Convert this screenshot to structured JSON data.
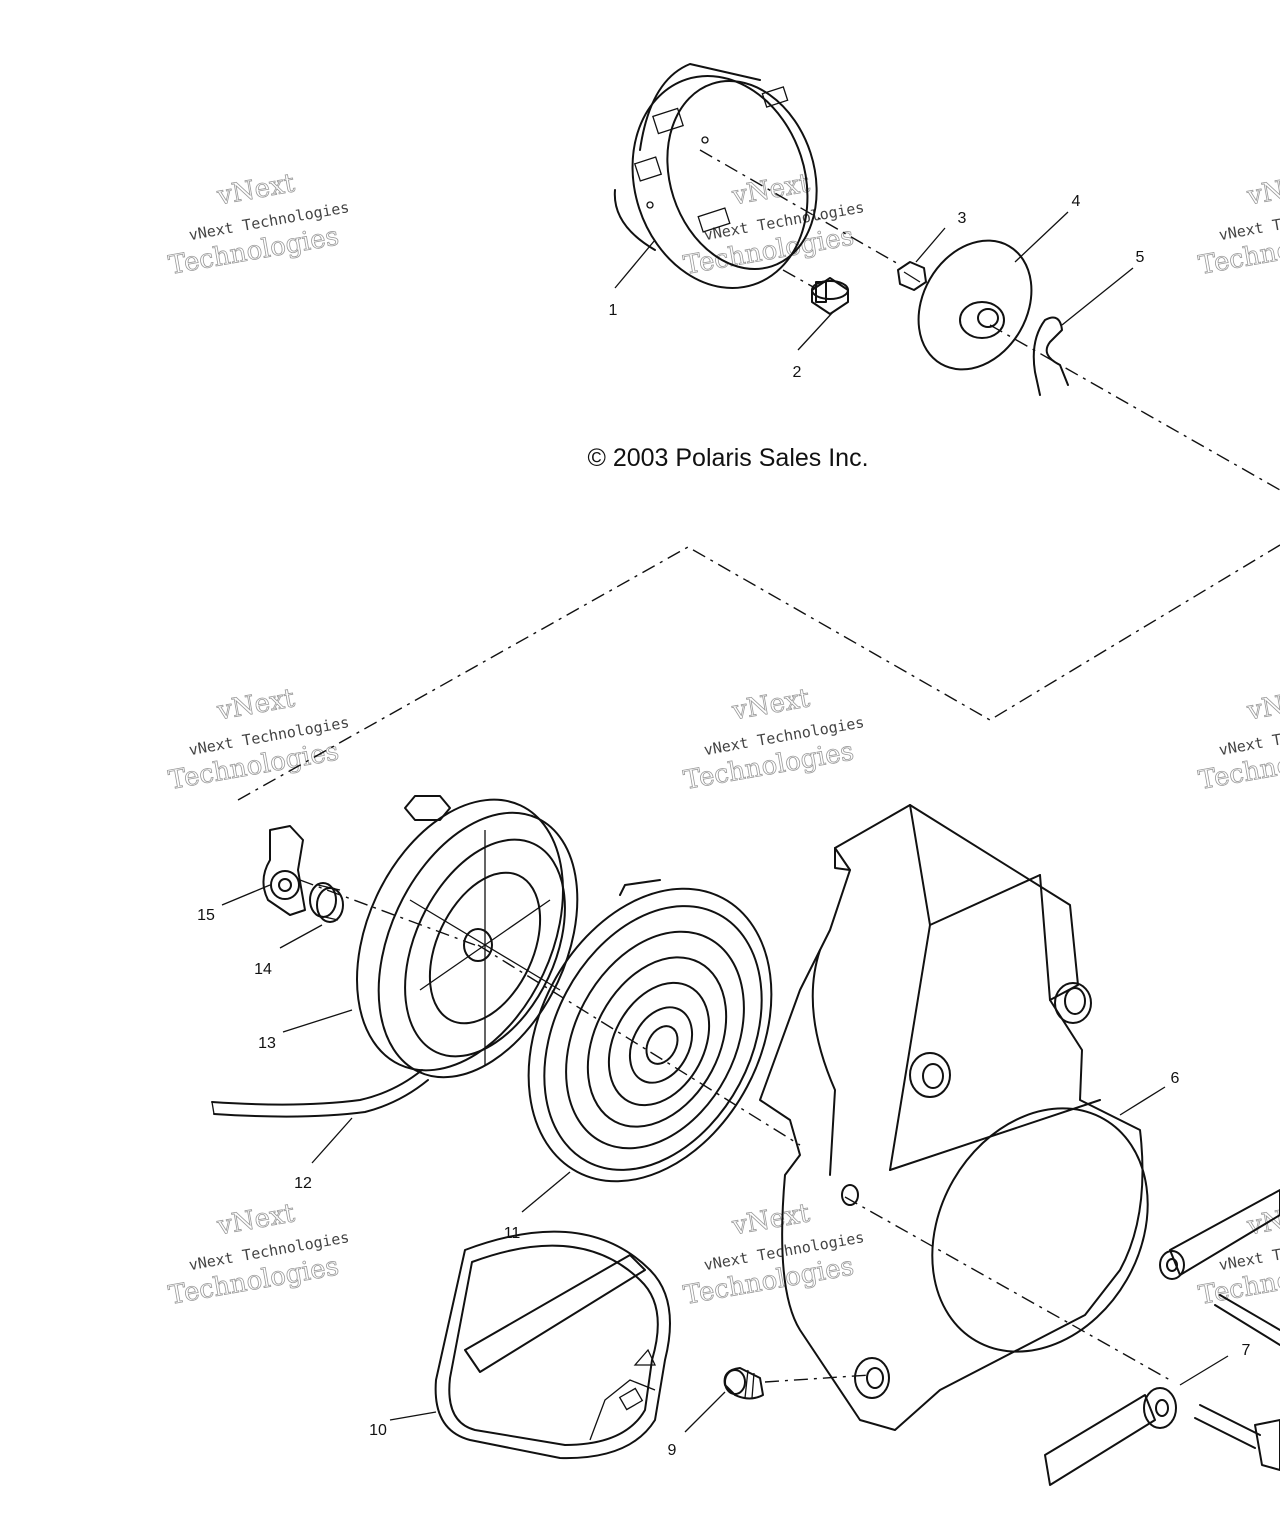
{
  "copyright": "© 2003 Polaris Sales Inc.",
  "watermark": {
    "big_top": "vNext",
    "small": "vNext Technologies",
    "big_bottom": "Technologies"
  },
  "callouts": [
    "1",
    "2",
    "3",
    "4",
    "5",
    "6",
    "7",
    "9",
    "10",
    "11",
    "12",
    "13",
    "14",
    "15"
  ],
  "icons": [
    "housing-part",
    "cover-part",
    "spring-part",
    "pulley-part",
    "handle-part"
  ]
}
